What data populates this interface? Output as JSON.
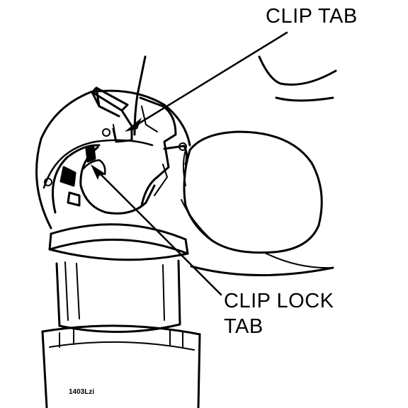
{
  "labels": {
    "clip_tab": "CLIP TAB",
    "clip_lock_tab_line1": "CLIP LOCK",
    "clip_lock_tab_line2": "TAB"
  },
  "figure_code": "1403Lzi",
  "colors": {
    "ink": "#000000",
    "paper": "#ffffff"
  }
}
